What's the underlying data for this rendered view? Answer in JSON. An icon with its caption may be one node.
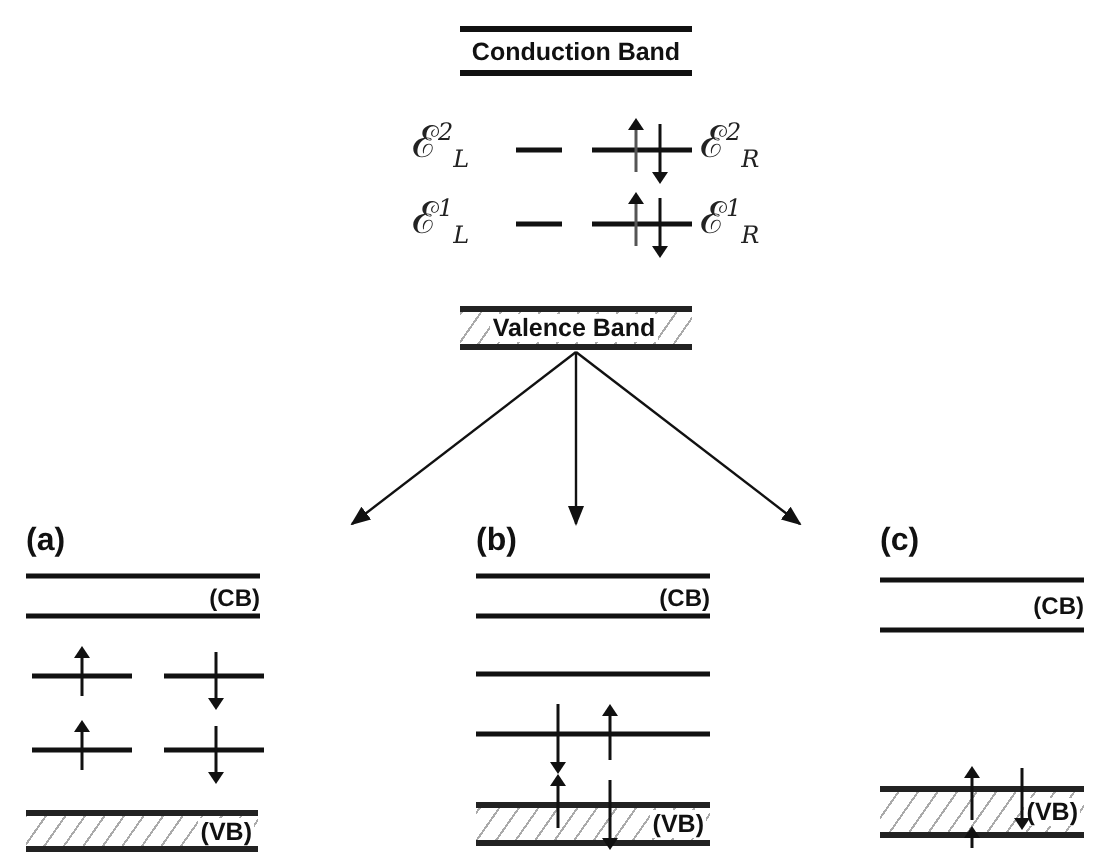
{
  "diagram": {
    "nodes": [
      {
        "text": [
          "Conduction Band"
        ]
      },
      {
        "text": [
          "Valence Band"
        ]
      },
      {
        "text": [
          "(a)",
          "(CB)",
          "(VB)"
        ]
      },
      {
        "text": [
          "(b)",
          "(CB)",
          "(VB)"
        ]
      },
      {
        "text": [
          "(c)",
          "(CB)",
          "(VB)"
        ]
      }
    ],
    "edges": [
      {
        "from": 1,
        "to": 2,
        "arrow": "to"
      },
      {
        "from": 1,
        "to": 3,
        "arrow": "to"
      },
      {
        "from": 1,
        "to": 4,
        "arrow": "to"
      }
    ],
    "labels": [
      "ℰ$^{2}$$_{L}$",
      "ℰ$^{2}$$_{R}$",
      "ℰ$^{1}$$_{L}$",
      "ℰ$^{1}$$_{R}$"
    ]
  }
}
